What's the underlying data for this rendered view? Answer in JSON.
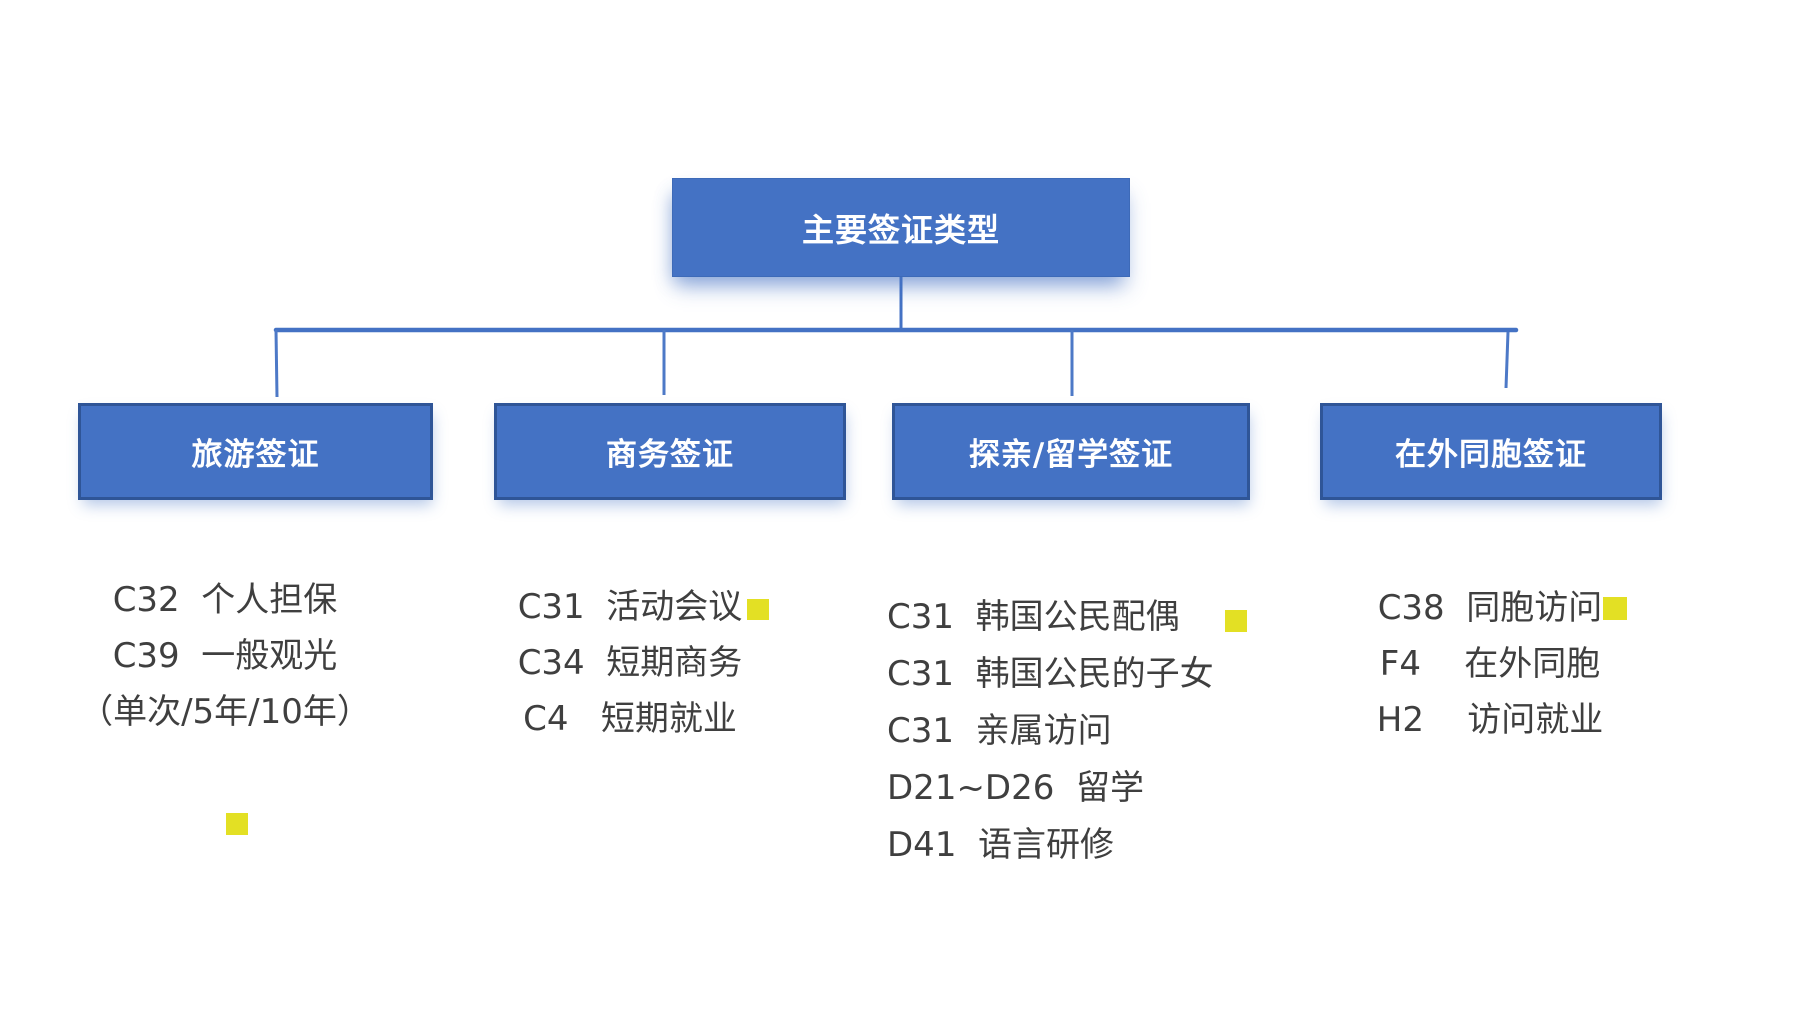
{
  "diagram": {
    "root": {
      "label": "主要签证类型"
    },
    "branches": [
      {
        "label": "旅游签证",
        "items": [
          "C32  个人担保",
          "C39  一般观光",
          "（单次/5年/10年）"
        ],
        "has_marker": true
      },
      {
        "label": "商务签证",
        "items": [
          "C31  活动会议",
          "C34  短期商务",
          "C4   短期就业"
        ],
        "has_marker": true
      },
      {
        "label": "探亲/留学签证",
        "items": [
          "C31  韩国公民配偶",
          "C31  韩国公民的子女",
          "C31  亲属访问",
          "D21~D26  留学",
          "D41  语言研修"
        ],
        "has_marker": true
      },
      {
        "label": "在外同胞签证",
        "items": [
          "C38  同胞访问",
          "F4    在外同胞",
          "H2    访问就业"
        ],
        "has_marker": true
      }
    ],
    "colors": {
      "node_fill": "#4472C4",
      "node_border": "#2F5597",
      "node_text": "#FFFFFF",
      "connector": "#4472C4",
      "list_text": "#3F3F3F",
      "marker_yellow": "#E3E024",
      "background": "#FFFFFF"
    }
  }
}
